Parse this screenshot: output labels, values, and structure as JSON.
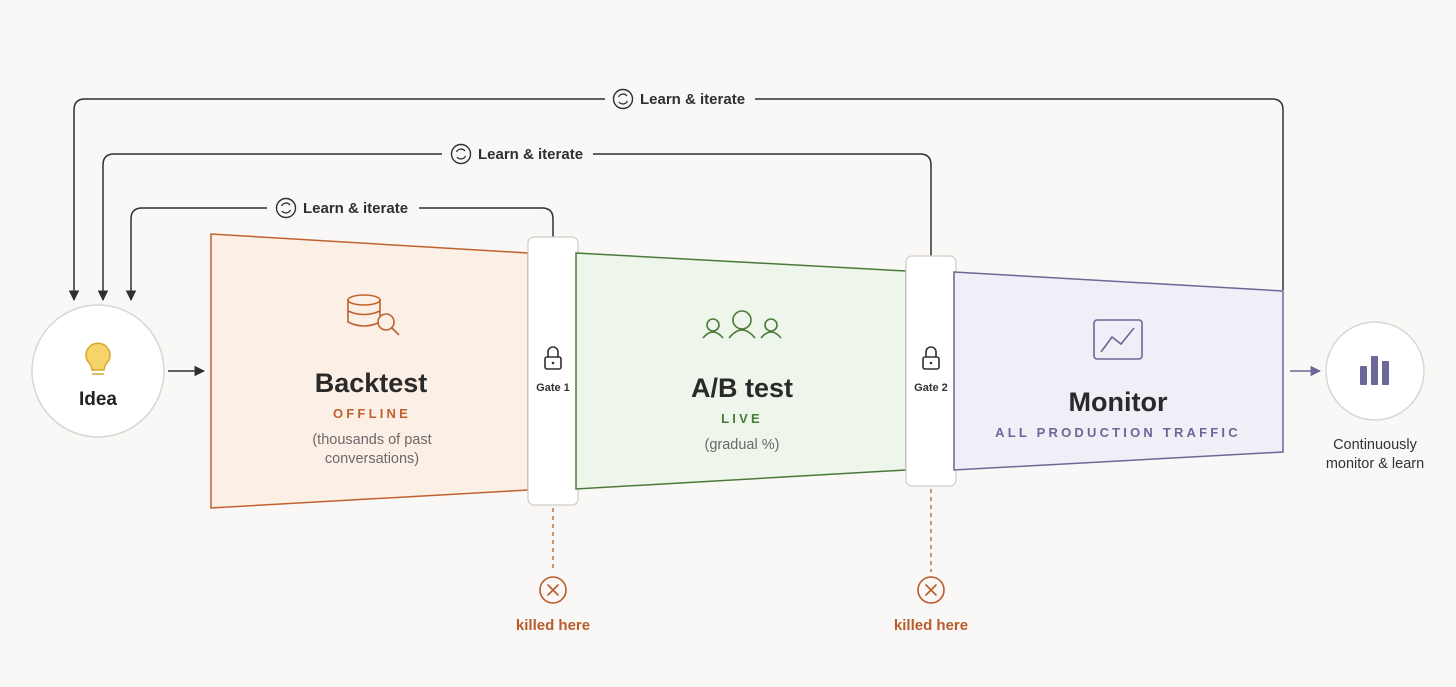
{
  "colors": {
    "line": "#2f2f2f",
    "backtest_stroke": "#c0622f",
    "backtest_fill": "#fcefe6",
    "abtest_stroke": "#4a7a38",
    "abtest_fill": "#eef5ea",
    "monitor_stroke": "#6b6796",
    "monitor_fill": "#f0eff8",
    "killed": "#b85c2a",
    "idea_bulb": "#e8b93a"
  },
  "loops": [
    {
      "label": "Learn & iterate",
      "icon": "refresh-icon"
    },
    {
      "label": "Learn & iterate",
      "icon": "refresh-icon"
    },
    {
      "label": "Learn & iterate",
      "icon": "refresh-icon"
    }
  ],
  "idea": {
    "label": "Idea",
    "icon": "lightbulb-icon"
  },
  "stages": {
    "backtest": {
      "title": "Backtest",
      "subtitle": "OFFLINE",
      "desc_line1": "(thousands of past",
      "desc_line2": "conversations)",
      "icon": "database-search-icon"
    },
    "abtest": {
      "title": "A/B test",
      "subtitle": "LIVE",
      "desc_line1": "(gradual %)",
      "icon": "users-icon"
    },
    "monitor": {
      "title": "Monitor",
      "subtitle": "ALL PRODUCTION TRAFFIC",
      "icon": "line-chart-icon"
    }
  },
  "gates": [
    {
      "label": "Gate 1",
      "killed_label": "killed here",
      "icon": "lock-icon"
    },
    {
      "label": "Gate 2",
      "killed_label": "killed here",
      "icon": "lock-icon"
    }
  ],
  "outcome": {
    "line1": "Continuously",
    "line2": "monitor & learn",
    "icon": "bar-chart-icon"
  }
}
